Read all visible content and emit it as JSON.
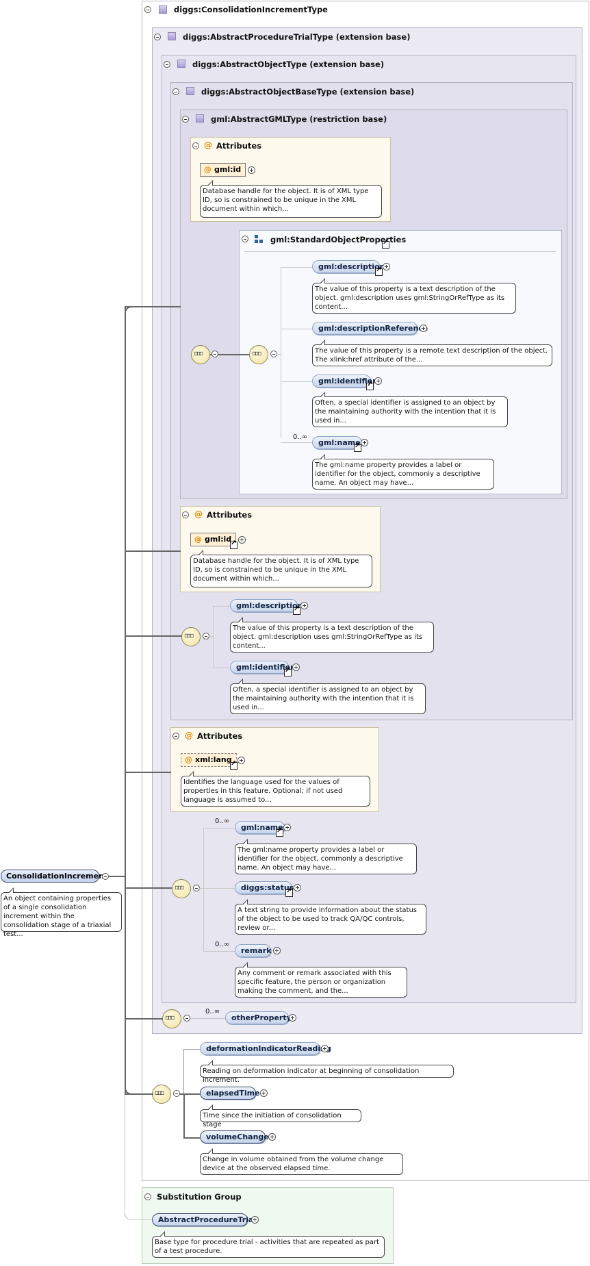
{
  "boxes": {
    "consolidation_type": "diggs:ConsolidationIncrementType",
    "procedure_trial_type": "diggs:AbstractProcedureTrialType (extension base)",
    "object_type": "diggs:AbstractObjectType (extension base)",
    "object_base_type": "diggs:AbstractObjectBaseType (extension base)",
    "gml_type": "gml:AbstractGMLType (restriction base)",
    "attributes": "Attributes",
    "standard_props": "gml:StandardObjectProperties",
    "substitution_group": "Substitution Group"
  },
  "gml_attr": {
    "name": "gml:id",
    "doc": "Database handle for the object. It is of XML type ID, so is constrained to be unique in the XML document within which..."
  },
  "std_props": [
    {
      "name": "gml:description",
      "doc": "The value of this property is a text description of the object. gml:description uses gml:StringOrRefType as its content..."
    },
    {
      "name": "gml:descriptionReference",
      "doc": "The value of this property is a remote text description of the object. The xlink:href attribute of the..."
    },
    {
      "name": "gml:identifier",
      "doc": "Often, a special identifier is assigned to an object by the maintaining authority with the intention that it is used in..."
    },
    {
      "name": "gml:name",
      "doc": "The gml:name property provides a label or identifier for the object, commonly a descriptive name. An object may have...",
      "card": "0..∞"
    }
  ],
  "base_attr": {
    "name": "gml:id",
    "doc": "Database handle for the object. It is of XML type ID, so is constrained to be unique in the XML document within which..."
  },
  "base_seq": [
    {
      "name": "gml:description",
      "doc": "The value of this property is a text description of the object. gml:description uses gml:StringOrRefType as its content..."
    },
    {
      "name": "gml:identifier",
      "doc": "Often, a special identifier is assigned to an object by the maintaining authority with the intention that it is used in..."
    }
  ],
  "object_attr": {
    "name": "xml:lang",
    "doc": "Identifies the language used for the values of properties in this feature. Optional; if not used language is assumed to..."
  },
  "object_seq": [
    {
      "name": "gml:name",
      "card": "0..∞",
      "doc": "The gml:name property provides a label or identifier for the object, commonly a descriptive name. An object may have..."
    },
    {
      "name": "diggs:status",
      "doc": "A text string to provide information about the status of the object to be used to track QA/QC controls, review or..."
    },
    {
      "name": "remark",
      "card": "0..∞",
      "doc": "Any comment or remark associated with this specific feature, the person or organization making the comment, and the..."
    }
  ],
  "trial_seq": {
    "name": "otherProperty",
    "card": "0..∞"
  },
  "own_seq": [
    {
      "name": "deformationIndicatorReading",
      "doc": "Reading on deformation indicator at beginning of consolidation increment."
    },
    {
      "name": "elapsedTime",
      "doc": "Time since the initiation of consolidation stage"
    },
    {
      "name": "volumeChange",
      "doc": "Change in volume obtained from the volume change device at the observed elapsed time."
    }
  ],
  "root": {
    "name": "ConsolidationIncrement",
    "doc": "An object containing properties of a single consolidation increment within the consolidation stage of a triaxial test..."
  },
  "substitution": {
    "name": "AbstractProcedureTrial",
    "doc": "Base type for procedure trial - activities that are repeated as part of a test procedure."
  }
}
